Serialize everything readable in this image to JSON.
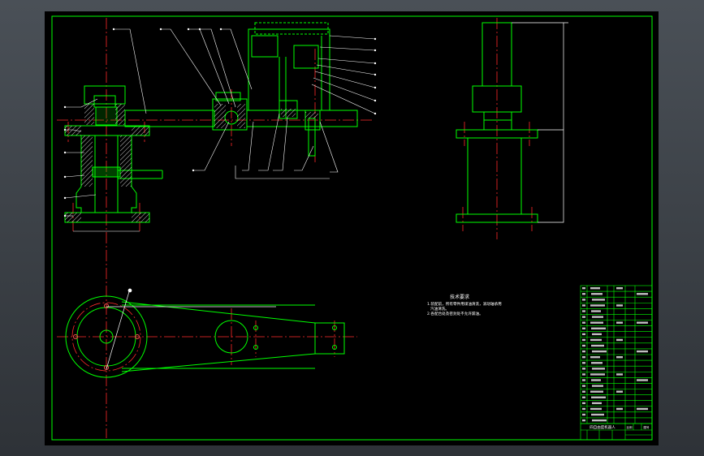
{
  "colors": {
    "background": "#000000",
    "frame": "#00ff00",
    "outline": "#00ff00",
    "centerline": "#ff2a2a",
    "leader": "#ffffff",
    "dimension": "#ffffff",
    "section_hatch": "#ffffff",
    "viewport_bg": "#3a3f45"
  },
  "tech_requirements": {
    "title": "技术要求",
    "lines": [
      "1.装配前，所有零件用煤油清洗，滚动轴承用",
      "汽油清洗。",
      "2.各配合处及密封处不允许漏油。"
    ]
  },
  "title_block": {
    "drawing_name": "四自由度机器人",
    "scale_label": "比例",
    "sheet_label": "图号"
  }
}
